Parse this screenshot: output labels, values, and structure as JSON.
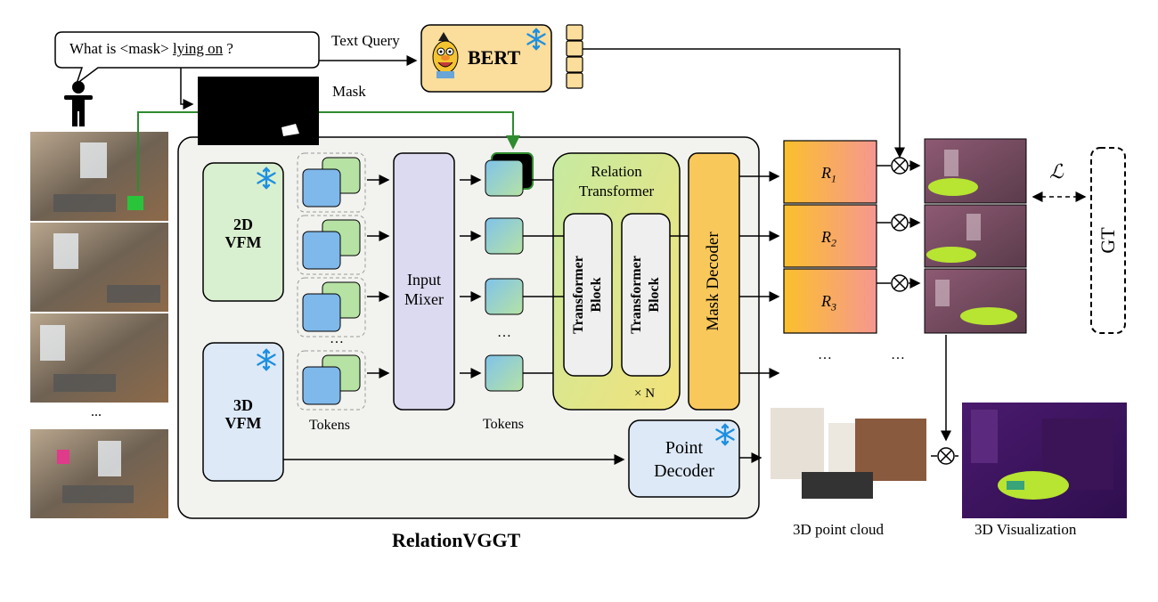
{
  "query": {
    "text_before": "What is <mask>",
    "underlined": "lying on",
    "text_after": "?"
  },
  "labels": {
    "text_query": "Text Query",
    "bert": "BERT",
    "mask": "Mask",
    "vfm_2d_line1": "2D",
    "vfm_2d_line2": "VFM",
    "vfm_3d_line1": "3D",
    "vfm_3d_line2": "VFM",
    "tokens_left": "Tokens",
    "tokens_mid": "Tokens",
    "input_mixer_line1": "Input",
    "input_mixer_line2": "Mixer",
    "relation_transformer_line1": "Relation",
    "relation_transformer_line2": "Transformer",
    "transformer_block_line1": "Transformer",
    "transformer_block_line2": "Block",
    "repeat": "× N",
    "mask_decoder": "Mask Decoder",
    "point_decoder_line1": "Point",
    "point_decoder_line2": "Decoder",
    "r1": "R",
    "r1_sub": "1",
    "r2": "R",
    "r2_sub": "2",
    "r3": "R",
    "r3_sub": "3",
    "ellipsis": "...",
    "ellipsis_cap": "…",
    "loss": "ℒ",
    "gt": "GT",
    "model_name": "RelationVGGT",
    "point_cloud": "3D point cloud",
    "visualization": "3D Visualization"
  },
  "colors": {
    "vfm_2d": "#d9f0d0",
    "vfm_3d": "#dde9f7",
    "input_mixer": "#dcdaf0",
    "bert": "#fbdd9c",
    "mask_decoder": "#f9c85b",
    "point_decoder": "#dde9f7",
    "arrow_green": "#2e8b2e",
    "frame": "#f2f2ef"
  },
  "icons": [
    "snowflake-icon",
    "person-icon",
    "bert-face-icon",
    "multiply-icon"
  ]
}
